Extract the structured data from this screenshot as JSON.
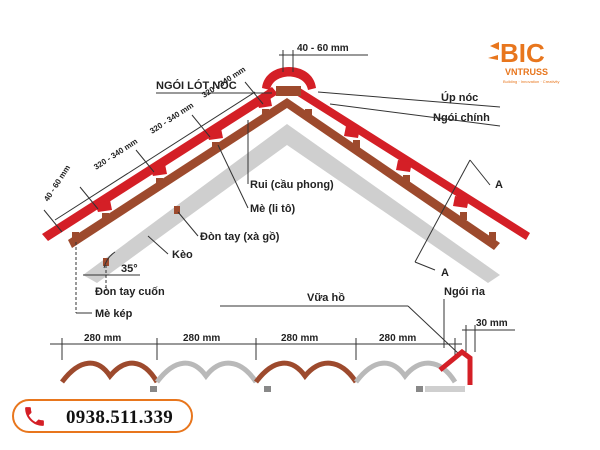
{
  "logo": {
    "name": "BIC",
    "sub": "VNTRUSS",
    "tagline": "Building · Innovation · Creativity"
  },
  "colors": {
    "tile_red": "#d41f26",
    "batten_brown": "#9d4a2d",
    "rafter_gray": "#cfcfcf",
    "accent_orange": "#e8761d",
    "line": "#333333"
  },
  "roof_labels": {
    "ridge_lining_tile": "NGÓI LÓT NÓC",
    "ridge_gap": "40 - 60 mm",
    "ridge_cap": "Úp nóc",
    "main_tile": "Ngói chính",
    "batten": "Rui (cầu phong)",
    "lath": "Mè (li tô)",
    "purlin": "Đòn tay (xà gồ)",
    "rafter": "Kèo",
    "angle": "35°",
    "eave_purlin": "Đòn tay cuốn",
    "double_lath": "Mè kép",
    "section_a_top": "A",
    "section_a_bottom": "A"
  },
  "slope_dims": [
    "40 - 60 mm",
    "320 - 340 mm",
    "320 - 340 mm",
    "320 - 340 mm"
  ],
  "section": {
    "mortar": "Vữa hồ",
    "edge_tile": "Ngói rìa",
    "edge_gap": "30 mm",
    "spacings": [
      "280 mm",
      "280 mm",
      "280 mm",
      "280 mm"
    ]
  },
  "contact": {
    "phone": "0938.511.339",
    "icon": "phone-icon"
  }
}
